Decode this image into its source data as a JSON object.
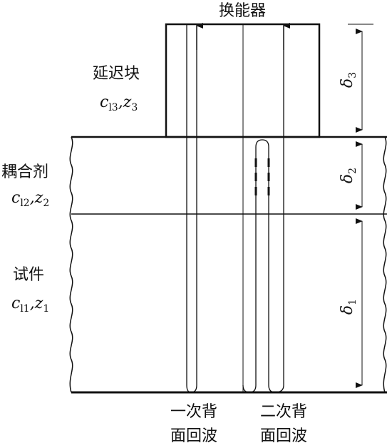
{
  "transducer": {
    "label": "换能器"
  },
  "delay_block": {
    "name": "延迟块",
    "c_sym": "c",
    "c_sub": "l3",
    "sep": ",",
    "z_sym": "z",
    "z_sub": "3"
  },
  "couplant": {
    "name": "耦合剂",
    "c_sym": "c",
    "c_sub": "l2",
    "sep": ",",
    "z_sym": "z",
    "z_sub": "2"
  },
  "specimen": {
    "name": "试件",
    "c_sym": "c",
    "c_sub": "l1",
    "sep": ",",
    "z_sym": "z",
    "z_sub": "1"
  },
  "thickness": {
    "d3": {
      "sym": "δ",
      "sub": "3"
    },
    "d2": {
      "sym": "δ",
      "sub": "2"
    },
    "d1": {
      "sym": "δ",
      "sub": "1"
    }
  },
  "echoes": {
    "first": {
      "line1": "一次背",
      "line2": "面回波"
    },
    "second": {
      "line1": "二次背",
      "line2": "面回波"
    }
  }
}
